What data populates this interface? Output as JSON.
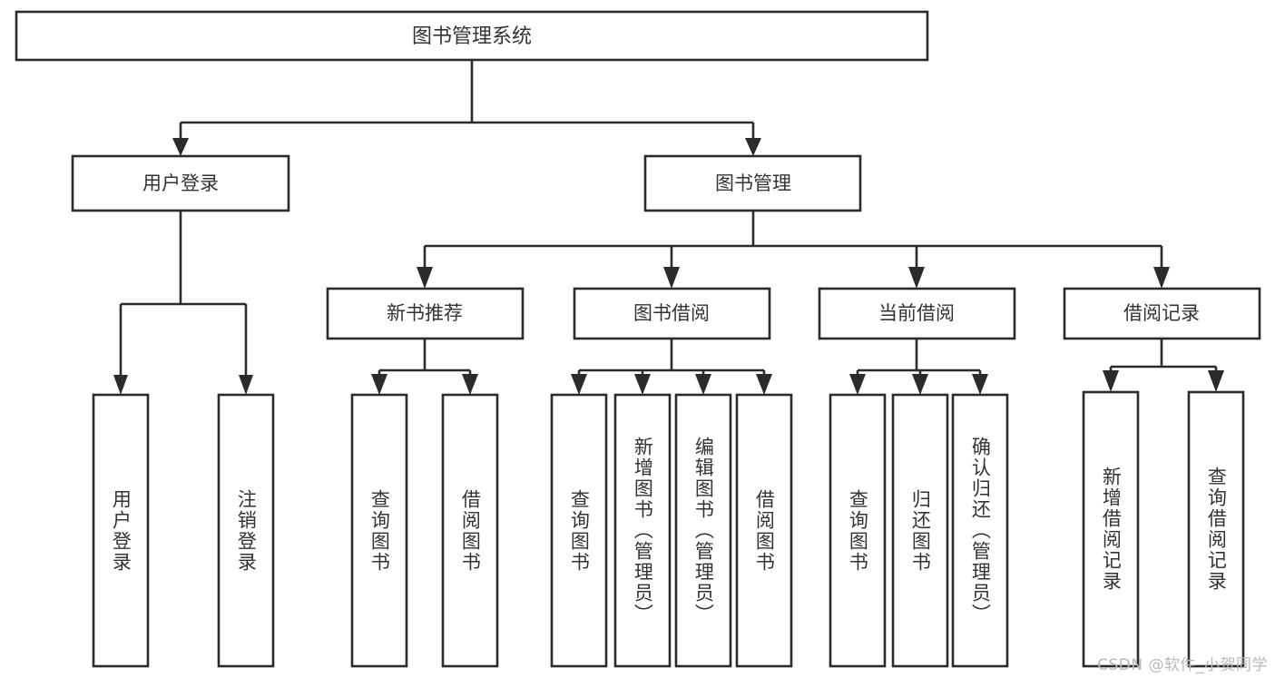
{
  "diagram": {
    "type": "tree",
    "title": "图书管理系统",
    "root": {
      "id": "root",
      "label": "图书管理系统",
      "orientation": "horizontal"
    },
    "level2": [
      {
        "id": "user-login",
        "label": "用户登录",
        "orientation": "horizontal"
      },
      {
        "id": "book-management",
        "label": "图书管理",
        "orientation": "horizontal"
      }
    ],
    "level3": [
      {
        "id": "new-book-recommend",
        "label": "新书推荐",
        "parent": "book-management",
        "orientation": "horizontal"
      },
      {
        "id": "book-borrow",
        "label": "图书借阅",
        "parent": "book-management",
        "orientation": "horizontal"
      },
      {
        "id": "current-borrow",
        "label": "当前借阅",
        "parent": "book-management",
        "orientation": "horizontal"
      },
      {
        "id": "borrow-record",
        "label": "借阅记录",
        "parent": "book-management",
        "orientation": "horizontal"
      }
    ],
    "leaves": [
      {
        "id": "leaf-user-login",
        "label": "用户登录",
        "parent": "user-login",
        "orientation": "vertical"
      },
      {
        "id": "leaf-logout",
        "label": "注销登录",
        "parent": "user-login",
        "orientation": "vertical"
      },
      {
        "id": "leaf-query-book-1",
        "label": "查询图书",
        "parent": "new-book-recommend",
        "orientation": "vertical"
      },
      {
        "id": "leaf-borrow-book-1",
        "label": "借阅图书",
        "parent": "new-book-recommend",
        "orientation": "vertical"
      },
      {
        "id": "leaf-query-book-2",
        "label": "查询图书",
        "parent": "book-borrow",
        "orientation": "vertical"
      },
      {
        "id": "leaf-add-book",
        "label": "新增图书（管理员）",
        "parent": "book-borrow",
        "orientation": "vertical"
      },
      {
        "id": "leaf-edit-book",
        "label": "编辑图书（管理员）",
        "parent": "book-borrow",
        "orientation": "vertical"
      },
      {
        "id": "leaf-borrow-book-2",
        "label": "借阅图书",
        "parent": "book-borrow",
        "orientation": "vertical"
      },
      {
        "id": "leaf-query-book-3",
        "label": "查询图书",
        "parent": "current-borrow",
        "orientation": "vertical"
      },
      {
        "id": "leaf-return-book",
        "label": "归还图书",
        "parent": "current-borrow",
        "orientation": "vertical"
      },
      {
        "id": "leaf-confirm-return",
        "label": "确认归还（管理员）",
        "parent": "current-borrow",
        "orientation": "vertical"
      },
      {
        "id": "leaf-add-record",
        "label": "新增借阅记录",
        "parent": "borrow-record",
        "orientation": "vertical"
      },
      {
        "id": "leaf-query-record",
        "label": "查询借阅记录",
        "parent": "borrow-record",
        "orientation": "vertical"
      }
    ],
    "colors": {
      "background": "#ffffff",
      "box_fill": "#ffffff",
      "box_stroke": "#2b2b2b",
      "text": "#333333",
      "watermark": "#b9b9b9"
    }
  },
  "watermark": {
    "text": "CSDN @软件_小贺同学"
  }
}
